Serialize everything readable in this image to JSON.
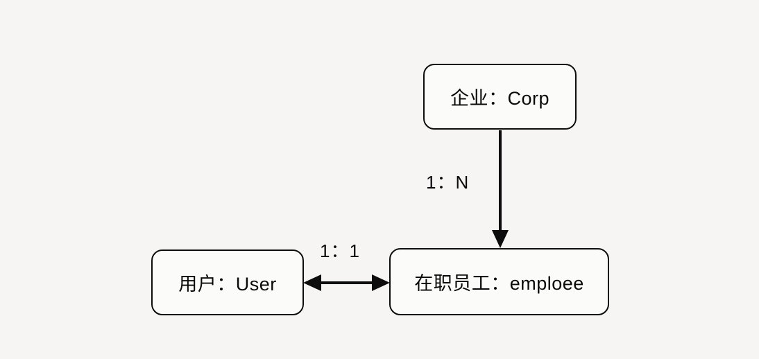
{
  "canvas": {
    "background_color": "#f6f5f4",
    "node_fill_color": "#fbfbfa",
    "stroke_color": "#0d0d0d"
  },
  "diagram": {
    "type": "entity-relationship",
    "nodes": [
      {
        "id": "corp",
        "label": "企业：Corp"
      },
      {
        "id": "user",
        "label": "用户：User"
      },
      {
        "id": "employee",
        "label": "在职员工：emploee"
      }
    ],
    "edges": [
      {
        "id": "corp-employee",
        "from": "corp",
        "to": "employee",
        "label": "1：N",
        "cardinality": "one-to-many",
        "direction": "down"
      },
      {
        "id": "user-employee",
        "from": "user",
        "to": "employee",
        "label": "1：1",
        "cardinality": "one-to-one",
        "direction": "bidirectional"
      }
    ]
  }
}
